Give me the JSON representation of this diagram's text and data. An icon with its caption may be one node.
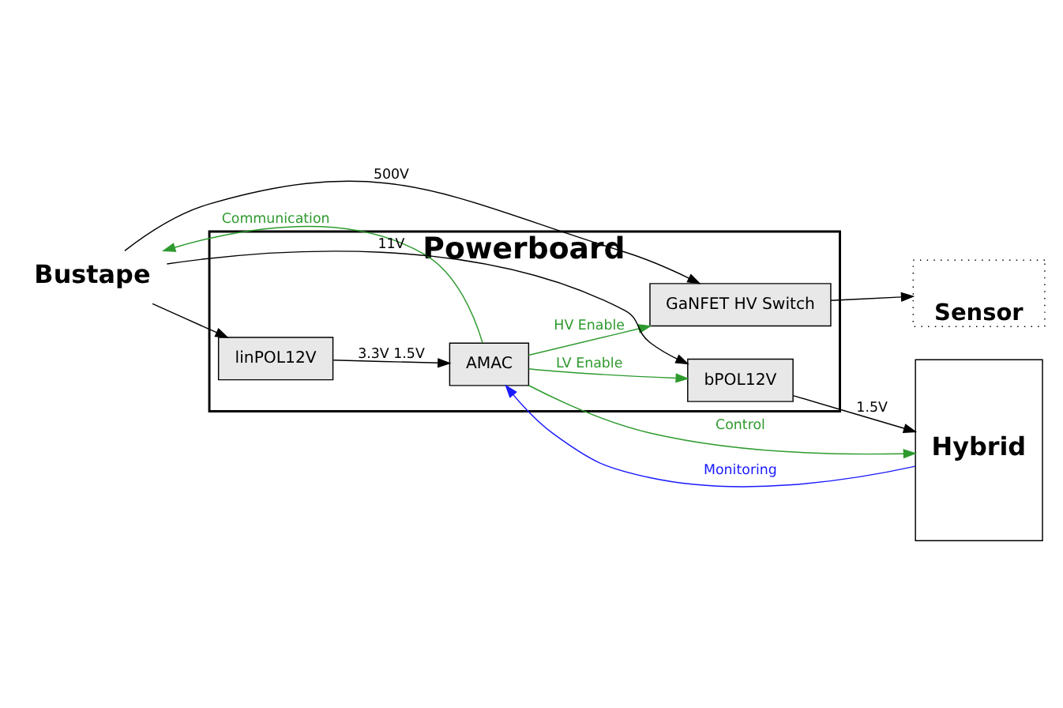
{
  "diagram": {
    "nodes": [
      {
        "text": [
          "Sensor"
        ]
      },
      {
        "text": [
          "Powerboard"
        ]
      },
      {
        "text": [
          "bPOL12V"
        ],
        "in": 1
      },
      {
        "text": [
          "linPOL12V"
        ],
        "in": 1
      },
      {
        "text": [
          "AMAC"
        ],
        "in": 1
      },
      {
        "text": [
          "GaNFET HV Switch"
        ],
        "in": 1
      },
      {
        "text": [
          "Hybrid"
        ]
      },
      {
        "text": [
          "Bustape"
        ]
      }
    ],
    "edges": [
      {
        "from": 7,
        "to": 2,
        "arrow": "to",
        "label": "11V"
      },
      {
        "from": 7,
        "to": 3,
        "arrow": "to"
      },
      {
        "from": 2,
        "to": 6,
        "arrow": "to",
        "label": "1.5V"
      },
      {
        "from": 3,
        "to": 4,
        "arrow": "to",
        "label": "3.3V 1.5V"
      },
      {
        "from": 4,
        "to": 2,
        "arrow": "to",
        "label": "LV Enable",
        "color": "#2e9a2e"
      },
      {
        "from": 4,
        "to": 6,
        "arrow": "to",
        "label": "Control",
        "color": "#2e9a2e"
      },
      {
        "from": 6,
        "to": 4,
        "arrow": "to",
        "label": "Monitoring",
        "color": "#1a1aff"
      },
      {
        "from": 4,
        "to": 7,
        "arrow": "to",
        "label": "Communication",
        "color": "#2e9a2e"
      },
      {
        "from": 4,
        "to": 5,
        "arrow": "to",
        "label": "HV Enable",
        "color": "#2e9a2e"
      },
      {
        "from": 7,
        "to": 5,
        "arrow": "to",
        "label": "500V"
      },
      {
        "from": 5,
        "to": 0,
        "arrow": "to"
      }
    ]
  }
}
